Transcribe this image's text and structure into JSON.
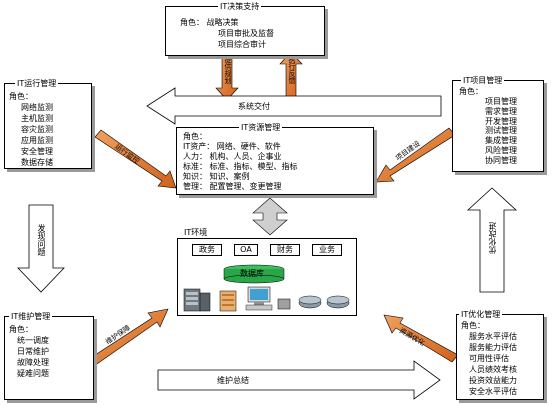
{
  "decision": {
    "title": "IT决策支持",
    "lines": [
      "角色：  战略决策",
      "项目审批及监督",
      "项目综合审计"
    ]
  },
  "operations": {
    "title": "IT运行管理",
    "lines": [
      "角色：",
      "网络监测",
      "主机监测",
      "容灾监测",
      "应用监测",
      "安全管理",
      "数据存储"
    ]
  },
  "projects": {
    "title": "IT项目管理",
    "lines": [
      "角色：",
      "项目管理",
      "需求管理",
      "开发管理",
      "测试管理",
      "集成管理",
      "风险管理",
      "协同管理"
    ]
  },
  "assets": {
    "title": "IT资源管理",
    "lines": [
      "角色：",
      "IT资产：  网络、硬件、软件",
      "人力：  机构、人员、企事业",
      "标准：  标准、指标、模型、指标",
      "知识：  知识、案例",
      "管理：  配置管理、变更管理"
    ]
  },
  "maintenance": {
    "title": "IT维护管理",
    "lines": [
      "角色：",
      "统一调度",
      "日常维护",
      "故障处理",
      "疑难问题"
    ]
  },
  "optimization": {
    "title": "IT优化管理",
    "lines": [
      "角色：",
      "服务水平评估",
      "服务能力评估",
      "可用性评估",
      "人员绩效考核",
      "投资效益能力",
      "安全水平评估"
    ]
  },
  "environment": {
    "title": "IT环境",
    "tags": [
      "政务",
      "OA",
      "财务",
      "业务"
    ],
    "database": "数据库"
  },
  "arrows": {
    "decision_left": "提供规划",
    "decision_right": "执行反馈",
    "system_delivery": "系统交付",
    "run_monitor": "运行监控",
    "project_build": "项目建设",
    "find_problem": "发现问题",
    "optimize_improve": "优化改进",
    "maintenance_guarantee": "维护保障",
    "resource_optimize": "资源优化",
    "maintenance_summary": "维护总结"
  },
  "colors": {
    "orange_arrow": "#e07a28",
    "shadow": "#9a9a9a",
    "db_fill": "#2aa64a"
  }
}
